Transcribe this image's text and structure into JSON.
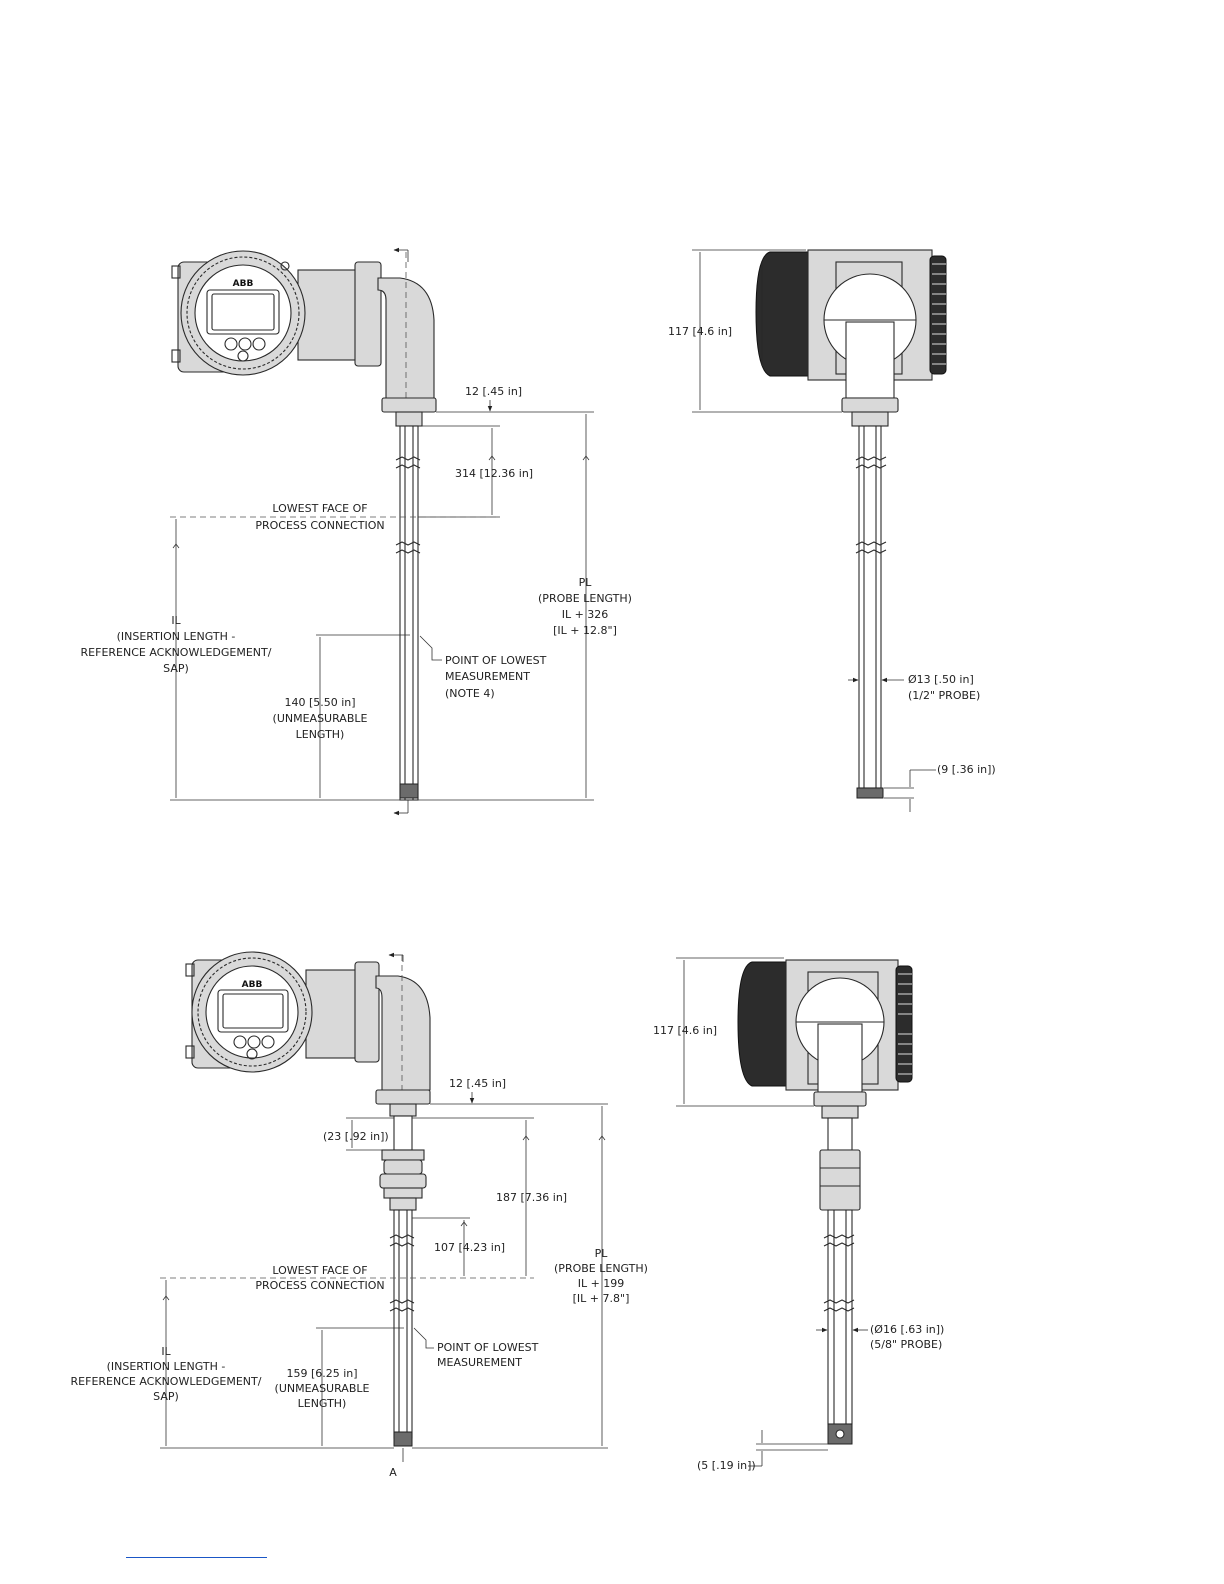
{
  "drawing_1": {
    "front_view": {
      "logo": "ABB",
      "dim_nipple": "12 [.45 in]",
      "dim_upper": "314 [12.36 in]",
      "lowest_face": [
        "LOWEST FACE OF",
        "PROCESS CONNECTION"
      ],
      "probe_length": [
        "PL",
        "(PROBE LENGTH)",
        "IL + 326",
        "[IL + 12.8\"]"
      ],
      "insertion_length": [
        "IL",
        "(INSERTION LENGTH -",
        "REFERENCE ACKNOWLEDGEMENT/",
        "SAP)"
      ],
      "point_lowest": [
        "POINT OF LOWEST",
        "MEASUREMENT",
        "(NOTE 4)"
      ],
      "unmeasurable": [
        "140 [5.50 in]",
        "(UNMEASURABLE",
        "LENGTH)"
      ]
    },
    "side_view": {
      "dim_height": "117 [4.6 in]",
      "probe_dia": [
        "Ø13 [.50 in]",
        "(1/2\" PROBE)"
      ],
      "tip": "(9 [.36 in])"
    }
  },
  "drawing_2": {
    "front_view": {
      "logo": "ABB",
      "dim_nipple": "12 [.45 in]",
      "dim_fitting": "(23 [.92 in])",
      "dim_187": "187 [7.36 in]",
      "dim_107": "107 [4.23 in]",
      "lowest_face": [
        "LOWEST FACE OF",
        "PROCESS CONNECTION"
      ],
      "probe_length": [
        "PL",
        "(PROBE LENGTH)",
        "IL + 199",
        "[IL + 7.8\"]"
      ],
      "insertion_length": [
        "IL",
        "(INSERTION LENGTH -",
        "REFERENCE ACKNOWLEDGEMENT/",
        "SAP)"
      ],
      "point_lowest": [
        "POINT OF LOWEST",
        "MEASUREMENT"
      ],
      "unmeasurable": [
        "159 [6.25 in]",
        "(UNMEASURABLE",
        "LENGTH)"
      ],
      "section_mark": "A"
    },
    "side_view": {
      "dim_height": "117 [4.6 in]",
      "probe_dia": [
        "(Ø16 [.63 in])",
        "(5/8\" PROBE)"
      ],
      "tip": "(5 [.19 in])"
    }
  }
}
